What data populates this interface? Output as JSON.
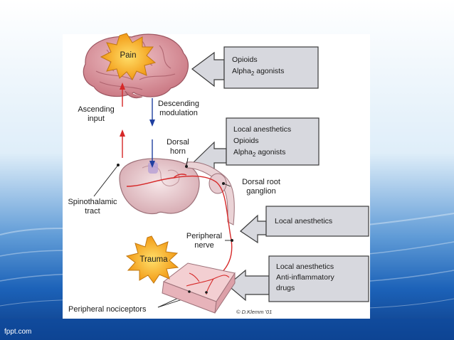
{
  "labels": {
    "pain": "Pain",
    "trauma": "Trauma",
    "ascending_line1": "Ascending",
    "ascending_line2": "input",
    "descending_line1": "Descending",
    "descending_line2": "modulation",
    "dorsal_line1": "Dorsal",
    "dorsal_line2": "horn",
    "drg_line1": "Dorsal root",
    "drg_line2": "ganglion",
    "spino_line1": "Spinothalamic",
    "spino_line2": "tract",
    "periph_line1": "Peripheral",
    "periph_line2": "nerve",
    "nociceptors": "Peripheral nociceptors",
    "credit": "© D.Klemm '01"
  },
  "boxes": {
    "brain": {
      "line1": "Opioids",
      "line2_pre": "Alpha",
      "line2_sub": "2",
      "line2_post": " agonists"
    },
    "dorsal_horn": {
      "line1": "Local anesthetics",
      "line2": "Opioids",
      "line3_pre": "Alpha",
      "line3_sub": "2",
      "line3_post": " agonists"
    },
    "nerve": {
      "line1": "Local anesthetics"
    },
    "periphery": {
      "line1": "Local anesthetics",
      "line2": "Anti-inflammatory",
      "line3": "drugs"
    }
  },
  "footer": {
    "site": "fppt.com"
  },
  "colors": {
    "pathway_red": "#d62828",
    "descending_blue": "#1f3fa0",
    "box_gray": "#d7d8de",
    "brain_pink": "#d98b93",
    "star_yellow": "#f7b529",
    "background_blue": "#1c62b8"
  }
}
